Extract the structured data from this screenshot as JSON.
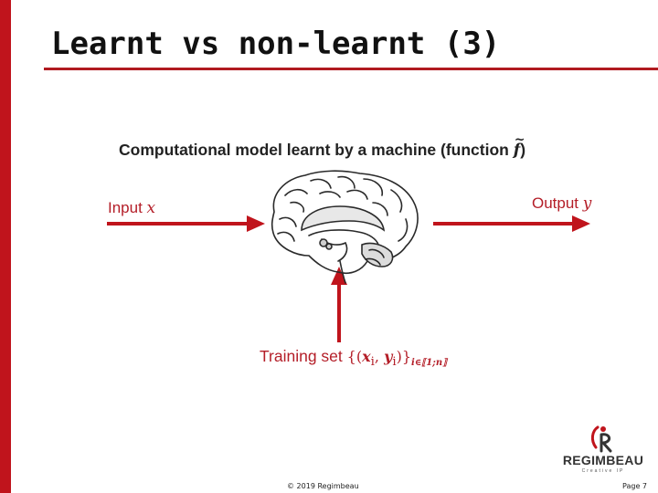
{
  "slide": {
    "title": "Learnt vs non-learnt (3)",
    "caption": {
      "text": "Computational model learnt by a machine (function ",
      "function_symbol": "f",
      "close": ")"
    },
    "input": {
      "text": "Input ",
      "variable": "x"
    },
    "output": {
      "text": "Output ",
      "variable": "y"
    },
    "training": {
      "text": "Training set ",
      "set_open": "{(",
      "xi": "x",
      "xi_sub": "i",
      "comma": ", ",
      "yi": "y",
      "yi_sub": "i",
      "set_close": ")}",
      "index": "i∈⟦1;n⟧"
    },
    "brain_icon": "brain-icon"
  },
  "colors": {
    "accent_red": "#c0141c",
    "label_red": "#b41e28"
  },
  "footer": {
    "copyright": "© 2019 Regimbeau",
    "page": "Page 7",
    "logo_name": "REGIMBEAU",
    "logo_tagline": "Creative IP"
  }
}
